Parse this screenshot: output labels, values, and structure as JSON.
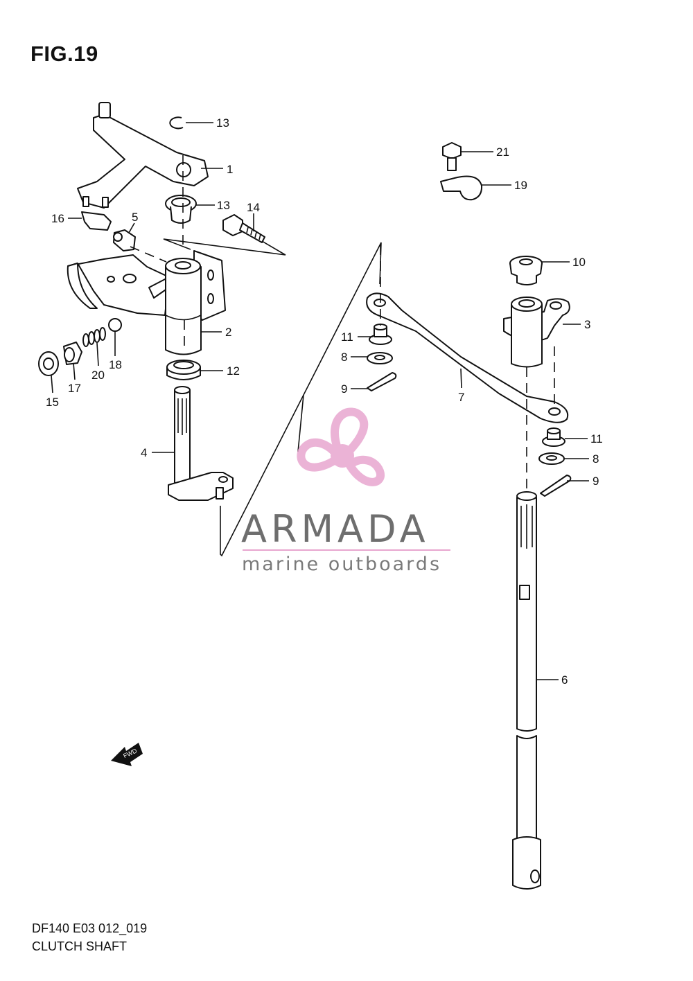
{
  "figure": {
    "title": "FIG.19"
  },
  "callouts": [
    {
      "id": "c13a",
      "label": "13"
    },
    {
      "id": "c1",
      "label": "1"
    },
    {
      "id": "c13b",
      "label": "13"
    },
    {
      "id": "c14",
      "label": "14"
    },
    {
      "id": "c16",
      "label": "16"
    },
    {
      "id": "c5",
      "label": "5"
    },
    {
      "id": "c2",
      "label": "2"
    },
    {
      "id": "c12",
      "label": "12"
    },
    {
      "id": "c17",
      "label": "17"
    },
    {
      "id": "c20",
      "label": "20"
    },
    {
      "id": "c18",
      "label": "18"
    },
    {
      "id": "c15",
      "label": "15"
    },
    {
      "id": "c4",
      "label": "4"
    },
    {
      "id": "c21",
      "label": "21"
    },
    {
      "id": "c19",
      "label": "19"
    },
    {
      "id": "c10",
      "label": "10"
    },
    {
      "id": "c3",
      "label": "3"
    },
    {
      "id": "c11a",
      "label": "11"
    },
    {
      "id": "c8a",
      "label": "8"
    },
    {
      "id": "c9a",
      "label": "9"
    },
    {
      "id": "c7",
      "label": "7"
    },
    {
      "id": "c11b",
      "label": "11"
    },
    {
      "id": "c8b",
      "label": "8"
    },
    {
      "id": "c9b",
      "label": "9"
    },
    {
      "id": "c6",
      "label": "6"
    }
  ],
  "fwd_label": "FWD",
  "watermark": {
    "brand": "ARMADA",
    "tagline": "marine outboards",
    "logo_color": "#e8a6cf"
  },
  "footer": {
    "code": "DF140 E03 012_019",
    "name": "CLUTCH SHAFT"
  }
}
